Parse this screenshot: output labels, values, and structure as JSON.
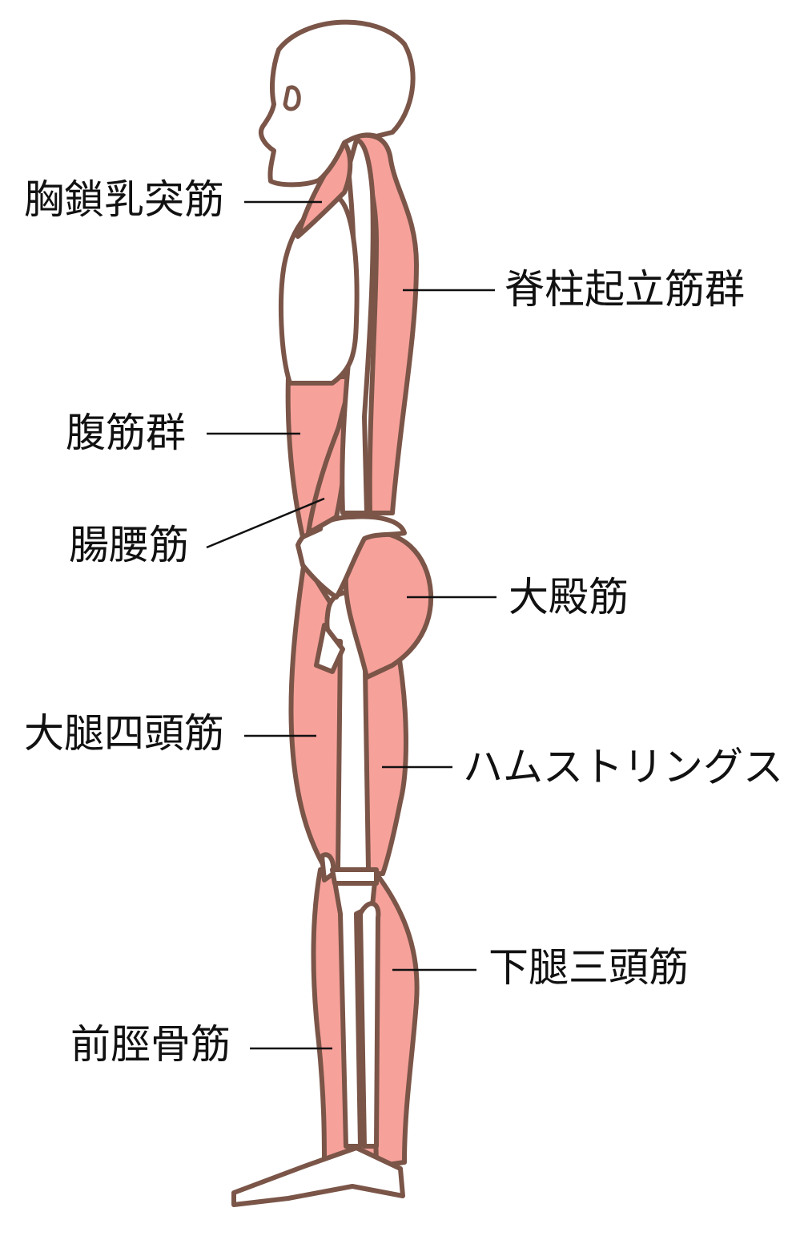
{
  "labels": {
    "sternocleidomastoid": "胸鎖乳突筋",
    "erector_spinae": "脊柱起立筋群",
    "abdominals": "腹筋群",
    "iliopsoas": "腸腰筋",
    "gluteus_maximus": "大殿筋",
    "quadriceps": "大腿四頭筋",
    "hamstrings": "ハムストリングス",
    "triceps_surae": "下腿三頭筋",
    "tibialis_anterior": "前脛骨筋"
  },
  "colors": {
    "muscle": "#f7a19b",
    "outline": "#7a5548",
    "bone": "#ffffff"
  }
}
